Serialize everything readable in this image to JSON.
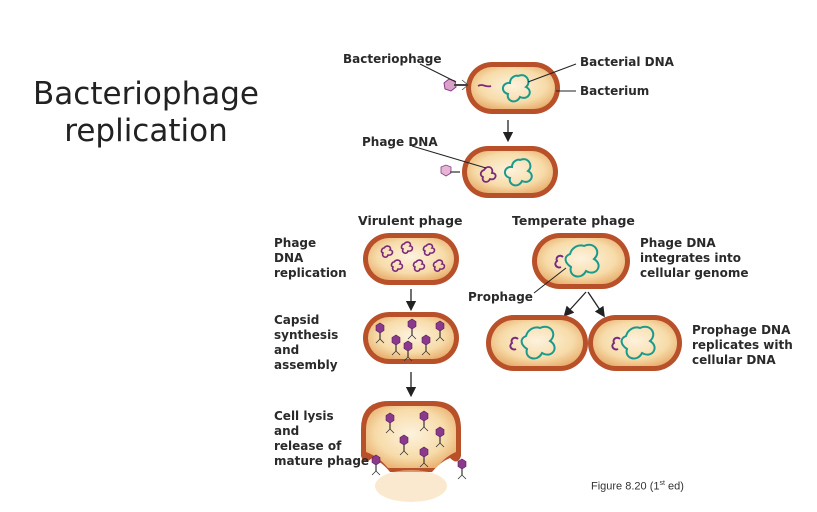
{
  "title": "Bacteriophage replication",
  "labels": {
    "bacteriophage": "Bacteriophage",
    "bacterial_dna": "Bacterial DNA",
    "bacterium": "Bacterium",
    "phage_dna": "Phage DNA",
    "virulent_phage": "Virulent phage",
    "temperate_phage": "Temperate phage",
    "phage_dna_replication": "Phage\nDNA\nreplication",
    "capsid_synthesis": "Capsid\nsynthesis\nand\nassembly",
    "cell_lysis": "Cell lysis\nand\nrelease of\nmature phage",
    "phage_dna_integrates": "Phage DNA\nintegrates into\ncellular genome",
    "prophage": "Prophage",
    "prophage_replicates": "Prophage DNA\nreplicates with\ncellular DNA"
  },
  "caption": {
    "prefix": "Figure 8.20 (1",
    "sup": "st",
    "suffix": " ed)"
  },
  "colors": {
    "cell_outer": "#b8502a",
    "cell_fill": "#f6d7a6",
    "bacterial_dna": "#1a9a8c",
    "phage_dna": "#7a2a7c",
    "phage_head": "#d9a0c8",
    "text": "#2a2a2a"
  }
}
